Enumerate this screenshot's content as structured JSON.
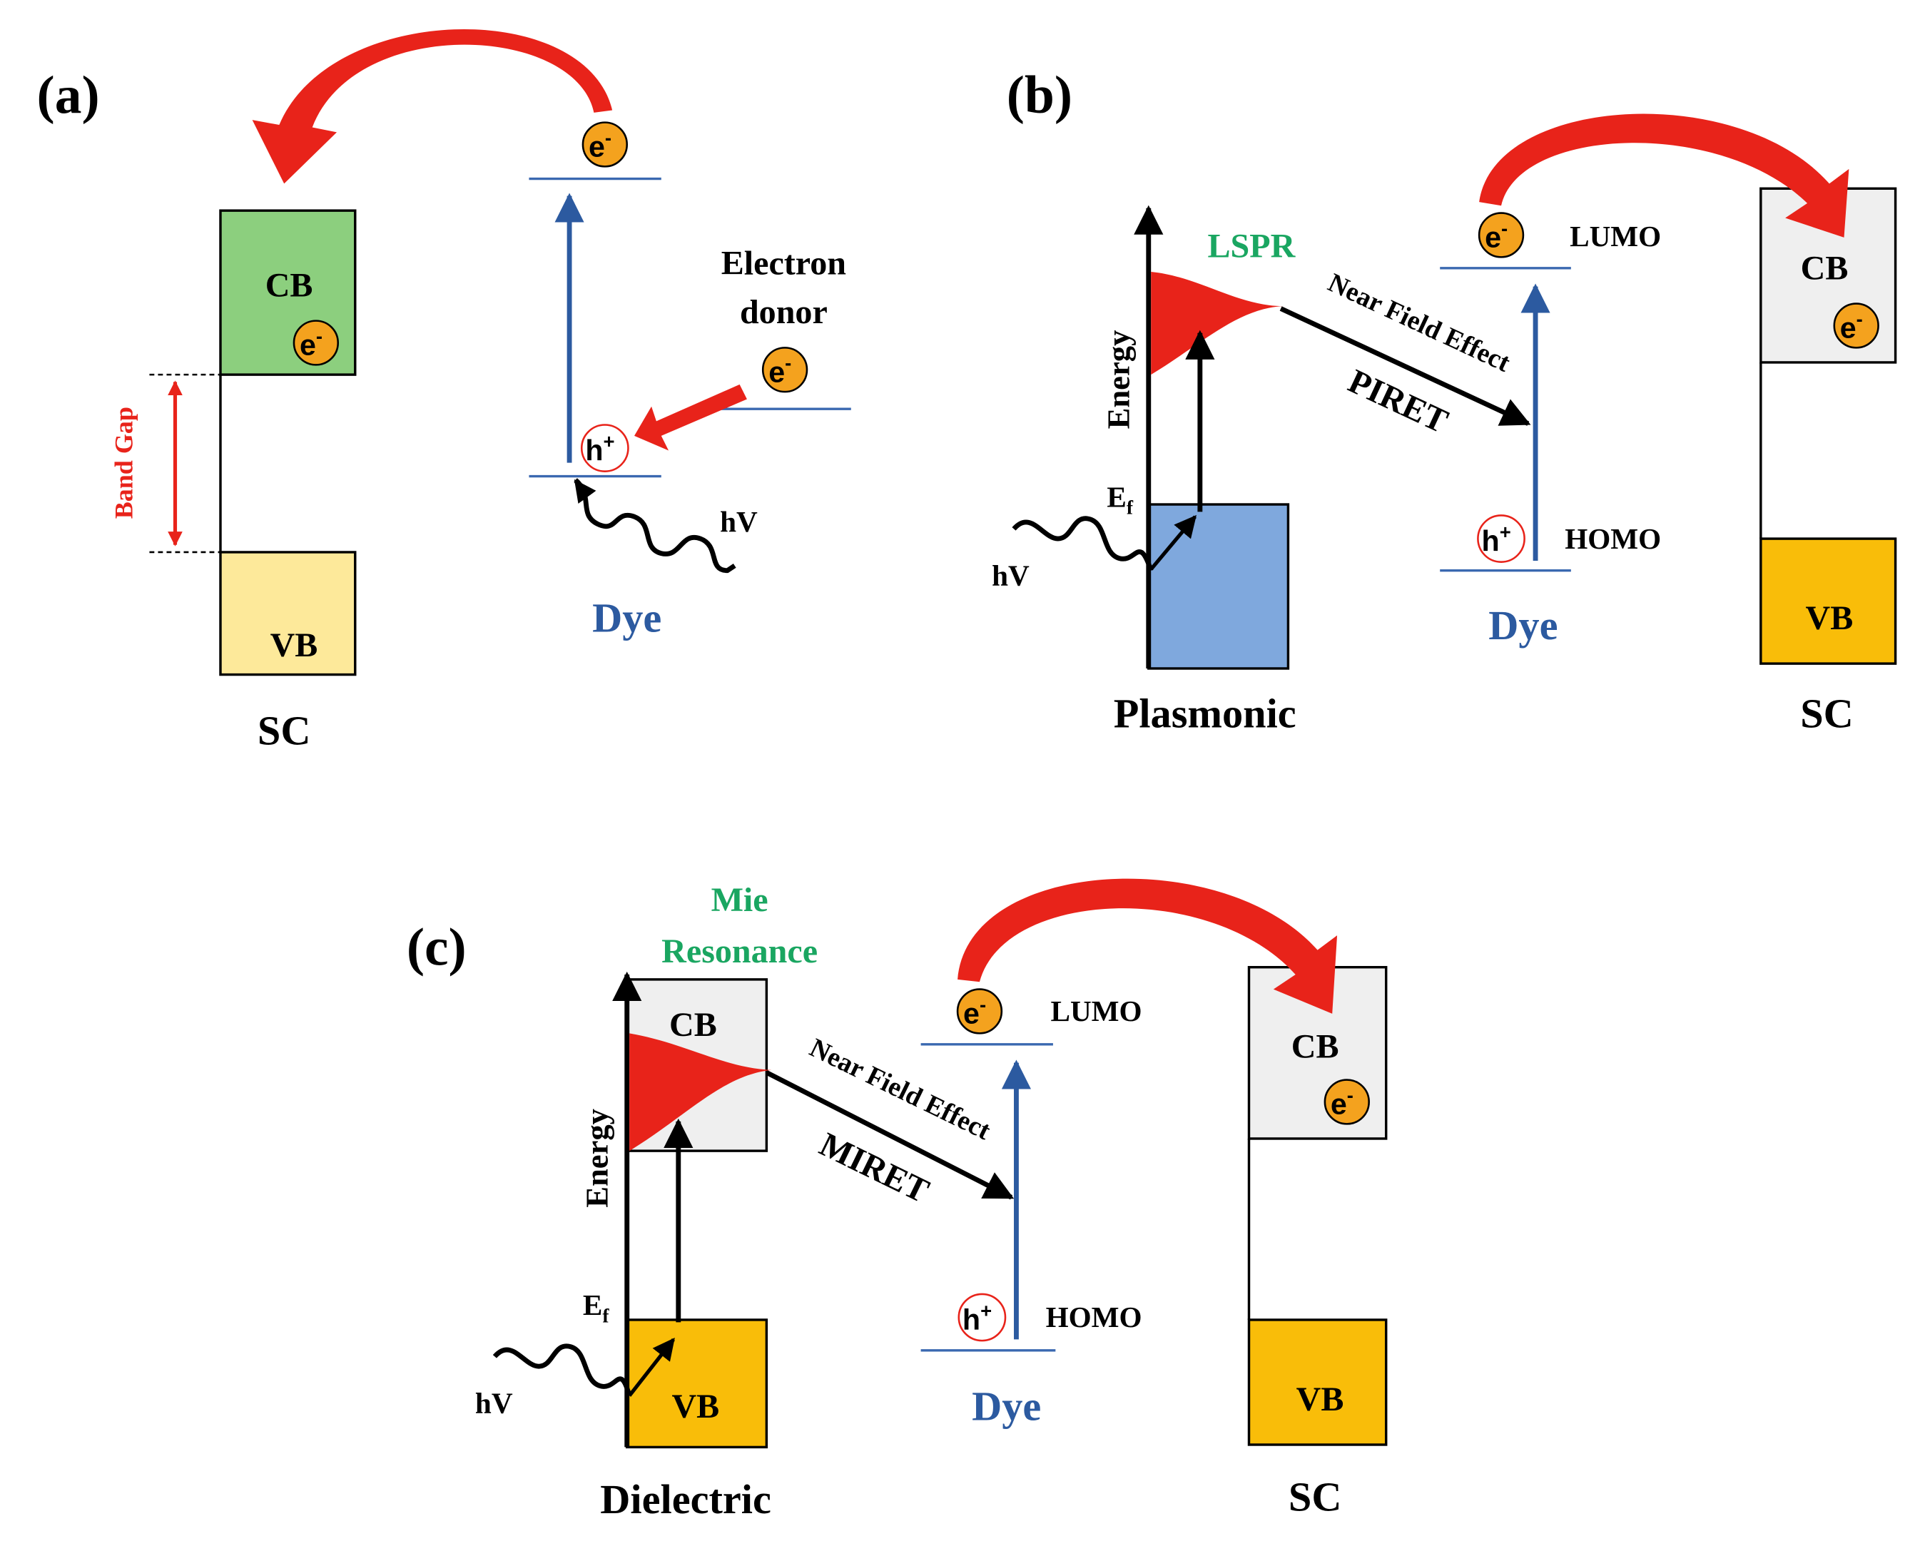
{
  "colors": {
    "red": "#e8231a",
    "dye_blue": "#2c5aa0",
    "level_blue": "#3a68b0",
    "cb_green": "#8ccf7e",
    "vb_light_yellow": "#fde99a",
    "vb_gold": "#f9bd09",
    "plasmonic_blue": "#7fa8dd",
    "grey_fill": "#efefef",
    "electron_orange": "#f4a21e",
    "resonance_green": "#1aa661"
  },
  "icons": {
    "electron": "electron-icon",
    "hole": "hole-icon",
    "photon": "photon-wave-icon",
    "transfer": "curved-arrow-icon"
  },
  "panel_a": {
    "label": "(a)",
    "cb": "CB",
    "vb": "VB",
    "band_gap": "Band Gap",
    "material": "SC",
    "donor_line1": "Electron",
    "donor_line2": "donor",
    "dye": "Dye",
    "hv": "hV"
  },
  "panel_b": {
    "label": "(b)",
    "lspr": "LSPR",
    "energy": "Energy",
    "ef_main": "E",
    "ef_sub": "f",
    "hv": "hV",
    "near_field": "Near Field Effect",
    "mechanism": "PIRET",
    "lumo": "LUMO",
    "homo": "HOMO",
    "dye": "Dye",
    "cb": "CB",
    "vb": "VB",
    "material_left": "Plasmonic",
    "material_right": "SC"
  },
  "panel_c": {
    "label": "(c)",
    "resonance_line1": "Mie",
    "resonance_line2": "Resonance",
    "cb_left": "CB",
    "vb_left": "VB",
    "energy": "Energy",
    "ef_main": "E",
    "ef_sub": "f",
    "hv": "hV",
    "near_field": "Near Field Effect",
    "mechanism": "MIRET",
    "lumo": "LUMO",
    "homo": "HOMO",
    "dye": "Dye",
    "cb_right": "CB",
    "vb_right": "VB",
    "material_left": "Dielectric",
    "material_right": "SC"
  },
  "symbols": {
    "electron": "e",
    "electron_sup": "-",
    "hole": "h",
    "hole_sup": "+"
  }
}
